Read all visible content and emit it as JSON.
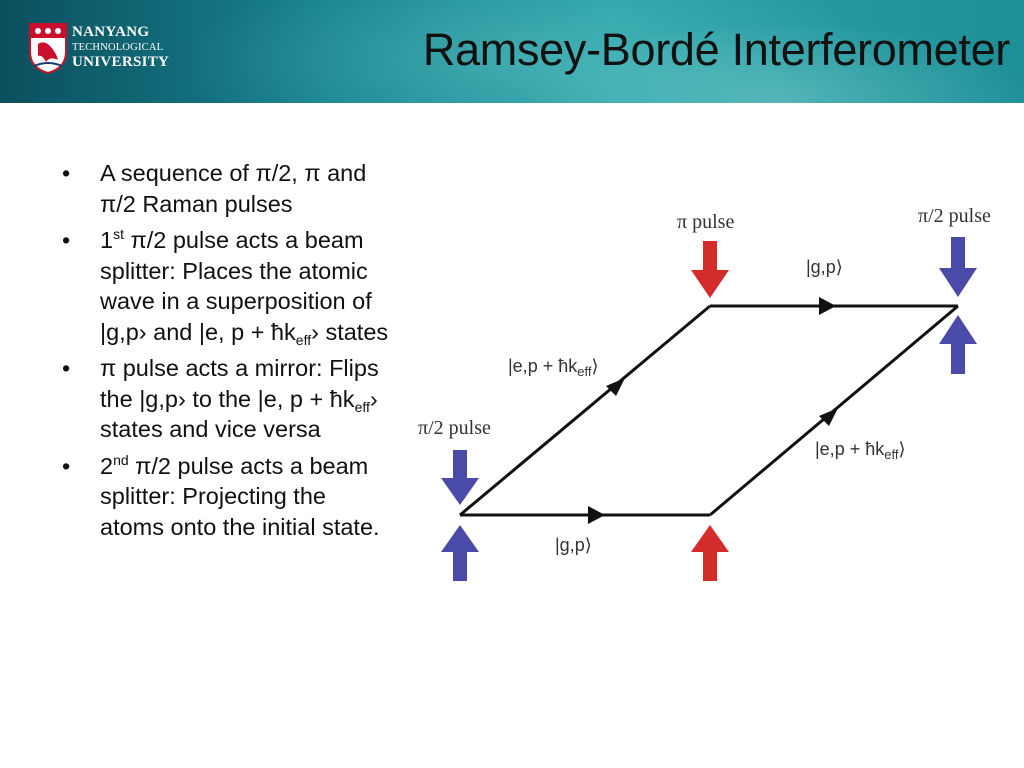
{
  "header": {
    "logo": {
      "line1": "NANYANG",
      "line2": "TECHNOLOGICAL",
      "line3": "UNIVERSITY"
    },
    "title": "Ramsey-Bordé Interferometer",
    "colors": {
      "band_dark": "#0b4f5e",
      "band_light": "#2aa3a8"
    }
  },
  "bullets": [
    {
      "pre": "A sequence of π/2, π and π/2 Raman pulses"
    },
    {
      "pre": "1",
      "sup": "st",
      "mid": " π/2 pulse acts a beam splitter: Places the atomic wave in a superposition of |g,p› and |e, p + ħk",
      "sub": "eff",
      "post": "› states"
    },
    {
      "pre": "π pulse acts a mirror: Flips the |g,p› to the |e, p + ħk",
      "sub": "eff",
      "post": "› states and vice versa"
    },
    {
      "pre": "2",
      "sup": "nd",
      "mid": " π/2 pulse acts a beam splitter: Projecting the atoms onto the initial state."
    }
  ],
  "diagram": {
    "labels": {
      "pi_pulse": "π pulse",
      "pi2_pulse_right": "π/2 pulse",
      "pi2_pulse_left": "π/2 pulse",
      "gp_top": "|g,p⟩",
      "gp_bottom": "|g,p⟩",
      "ep_upper_left": "|e,p + ħk",
      "ep_lower_right": "|e,p + ħk",
      "eff": "eff",
      "ket_close": "⟩"
    },
    "colors": {
      "pulse_blue": "#4a4aa8",
      "pulse_red": "#d42b2b",
      "path": "#111111"
    }
  }
}
